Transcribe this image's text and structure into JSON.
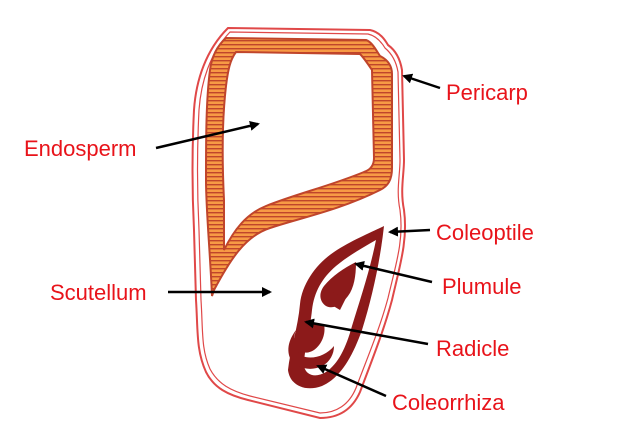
{
  "labels": {
    "pericarp": "Pericarp",
    "endosperm": "Endosperm",
    "coleoptile": "Coleoptile",
    "plumule": "Plumule",
    "scutellum": "Scutellum",
    "radicle": "Radicle",
    "coleorrhiza": "Coleorrhiza"
  },
  "colors": {
    "label_text": "#e8131a",
    "pericarp_outline": "#e04848",
    "aleurone_fill": "#f79a45",
    "aleurone_stripes": "#c0452b",
    "embryo_fill": "#8c1a1a",
    "arrow": "#000000"
  }
}
